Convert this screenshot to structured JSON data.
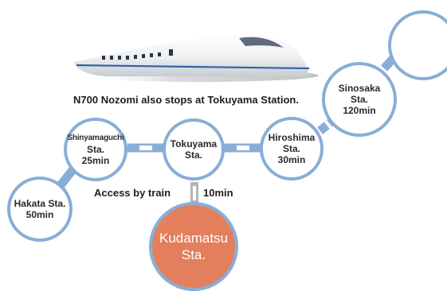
{
  "caption": "N700 Nozomi also stops at Tokuyama Station.",
  "access": {
    "label": "Access by train",
    "time": "10min"
  },
  "stations": {
    "hakata": {
      "name": "Hakata Sta.",
      "time": "50min"
    },
    "shinyamaguchi": {
      "name": "Shinyamaguchi",
      "sta": "Sta.",
      "time": "25min"
    },
    "tokuyama": {
      "name": "Tokuyama",
      "sta": "Sta."
    },
    "hiroshima": {
      "name": "Hiroshima",
      "sta": "Sta.",
      "time": "30min"
    },
    "sinosaka": {
      "name": "Sinosaka",
      "sta": "Sta.",
      "time": "120min"
    },
    "kudamatsu": {
      "name": "Kudamatsu",
      "sta": "Sta."
    }
  },
  "colors": {
    "line": "#88aed6",
    "destination": "#e37f5d",
    "connector_gray": "#b5b5b5"
  },
  "icons": {
    "train": "shinkansen-train-icon"
  }
}
